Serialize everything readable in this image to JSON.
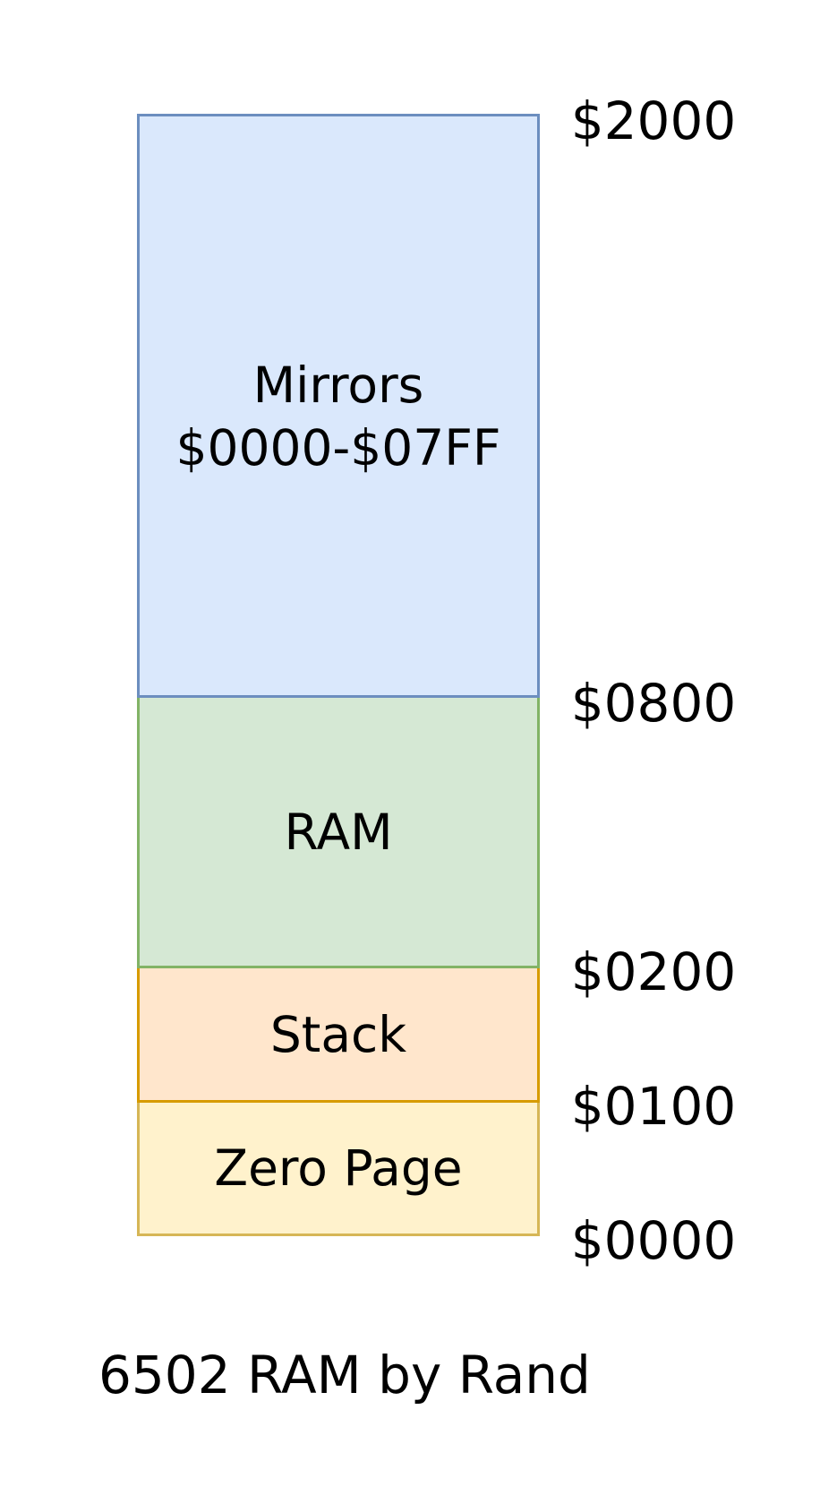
{
  "regions": [
    {
      "label": "Mirrors\n$0000-$07FF",
      "fill": "#dae8fc",
      "stroke": "#6c8ebf"
    },
    {
      "label": "RAM",
      "fill": "#d5e8d4",
      "stroke": "#82b366"
    },
    {
      "label": "Stack",
      "fill": "#ffe6cc",
      "stroke": "#d79b00"
    },
    {
      "label": "Zero Page",
      "fill": "#fff2cc",
      "stroke": "#d6b656"
    }
  ],
  "addresses": [
    "$2000",
    "$0800",
    "$0200",
    "$0100",
    "$0000"
  ],
  "caption": "6502 RAM by Rand"
}
